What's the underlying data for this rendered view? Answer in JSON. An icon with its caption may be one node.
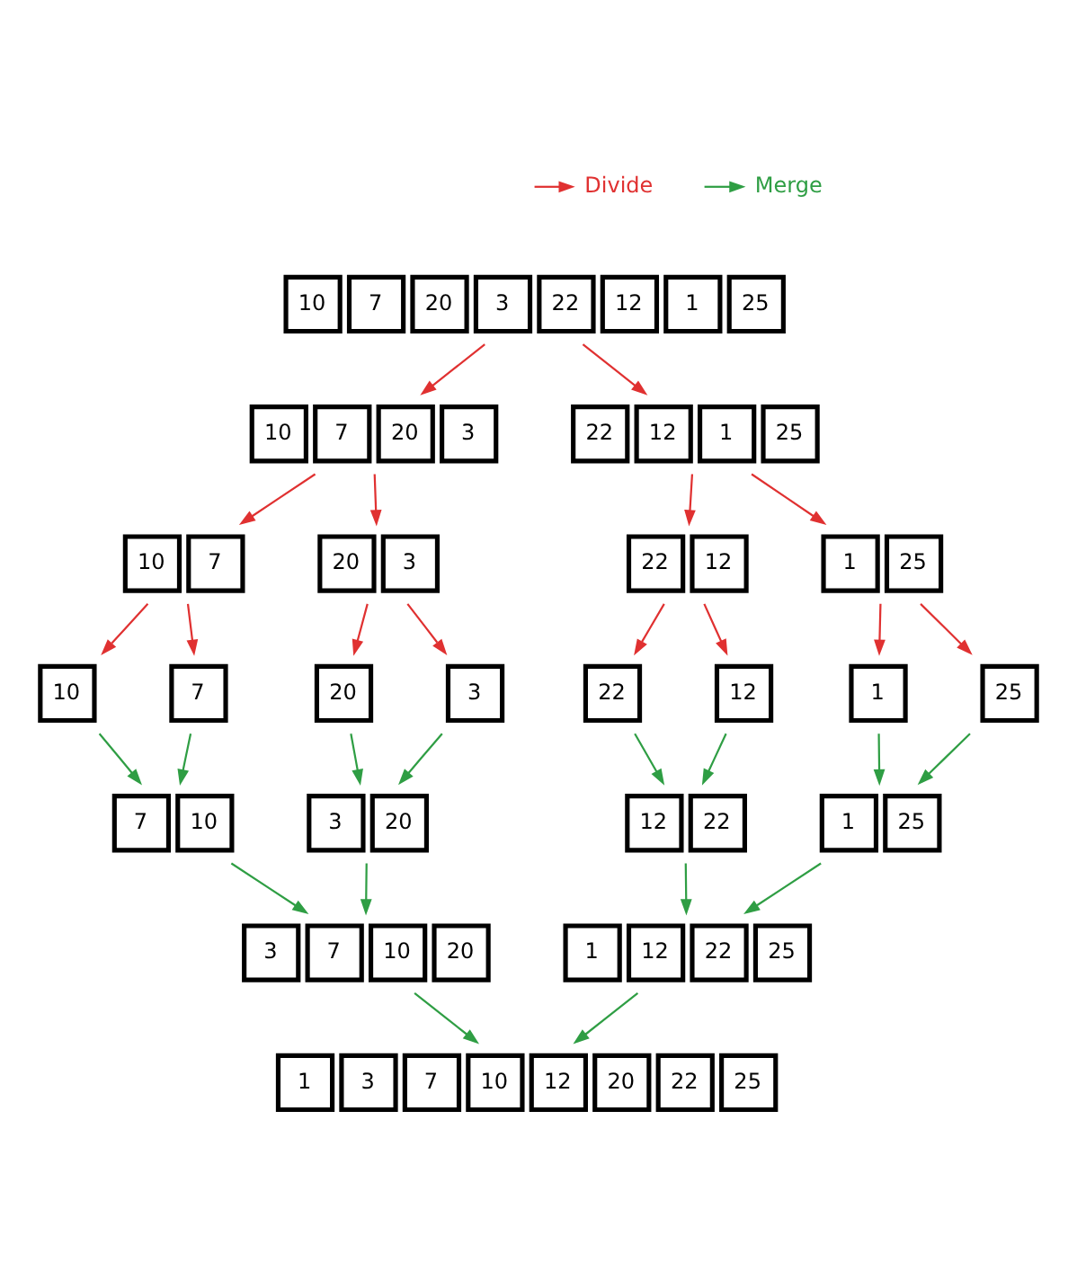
{
  "diagram": {
    "nodes": [
      {
        "text": [
          "10",
          "7",
          "20",
          "3",
          "22",
          "12",
          "1",
          "25"
        ]
      },
      {
        "text": [
          "10",
          "7",
          "20",
          "3"
        ]
      },
      {
        "text": [
          "22",
          "12",
          "1",
          "25"
        ]
      },
      {
        "text": [
          "10",
          "7"
        ]
      },
      {
        "text": [
          "20",
          "3"
        ]
      },
      {
        "text": [
          "22",
          "12"
        ]
      },
      {
        "text": [
          "1",
          "25"
        ]
      },
      {
        "text": [
          "10"
        ]
      },
      {
        "text": [
          "7"
        ]
      },
      {
        "text": [
          "20"
        ]
      },
      {
        "text": [
          "3"
        ]
      },
      {
        "text": [
          "22"
        ]
      },
      {
        "text": [
          "12"
        ]
      },
      {
        "text": [
          "1"
        ]
      },
      {
        "text": [
          "25"
        ]
      },
      {
        "text": [
          "7",
          "10"
        ]
      },
      {
        "text": [
          "3",
          "20"
        ]
      },
      {
        "text": [
          "12",
          "22"
        ]
      },
      {
        "text": [
          "1",
          "25"
        ]
      },
      {
        "text": [
          "3",
          "7",
          "10",
          "20"
        ]
      },
      {
        "text": [
          "1",
          "12",
          "22",
          "25"
        ]
      },
      {
        "text": [
          "1",
          "3",
          "7",
          "10",
          "12",
          "20",
          "22",
          "25"
        ]
      }
    ],
    "edges": [
      {
        "from": 0,
        "to": 1,
        "arrow": "to",
        "color": "#e03131"
      },
      {
        "from": 0,
        "to": 2,
        "arrow": "to",
        "color": "#e03131"
      },
      {
        "from": 1,
        "to": 3,
        "arrow": "to",
        "color": "#e03131"
      },
      {
        "from": 1,
        "to": 4,
        "arrow": "to",
        "color": "#e03131"
      },
      {
        "from": 2,
        "to": 5,
        "arrow": "to",
        "color": "#e03131"
      },
      {
        "from": 2,
        "to": 6,
        "arrow": "to",
        "color": "#e03131"
      },
      {
        "from": 3,
        "to": 7,
        "arrow": "to",
        "color": "#e03131"
      },
      {
        "from": 3,
        "to": 8,
        "arrow": "to",
        "color": "#e03131"
      },
      {
        "from": 4,
        "to": 9,
        "arrow": "to",
        "color": "#e03131"
      },
      {
        "from": 4,
        "to": 10,
        "arrow": "to",
        "color": "#e03131"
      },
      {
        "from": 5,
        "to": 11,
        "arrow": "to",
        "color": "#e03131"
      },
      {
        "from": 5,
        "to": 12,
        "arrow": "to",
        "color": "#e03131"
      },
      {
        "from": 6,
        "to": 13,
        "arrow": "to",
        "color": "#e03131"
      },
      {
        "from": 6,
        "to": 14,
        "arrow": "to",
        "color": "#e03131"
      },
      {
        "from": 7,
        "to": 15,
        "arrow": "to",
        "color": "#2f9e44"
      },
      {
        "from": 8,
        "to": 15,
        "arrow": "to",
        "color": "#2f9e44"
      },
      {
        "from": 9,
        "to": 16,
        "arrow": "to",
        "color": "#2f9e44"
      },
      {
        "from": 10,
        "to": 16,
        "arrow": "to",
        "color": "#2f9e44"
      },
      {
        "from": 11,
        "to": 17,
        "arrow": "to",
        "color": "#2f9e44"
      },
      {
        "from": 12,
        "to": 17,
        "arrow": "to",
        "color": "#2f9e44"
      },
      {
        "from": 13,
        "to": 18,
        "arrow": "to",
        "color": "#2f9e44"
      },
      {
        "from": 14,
        "to": 18,
        "arrow": "to",
        "color": "#2f9e44"
      },
      {
        "from": 15,
        "to": 19,
        "arrow": "to",
        "color": "#2f9e44"
      },
      {
        "from": 16,
        "to": 19,
        "arrow": "to",
        "color": "#2f9e44"
      },
      {
        "from": 17,
        "to": 20,
        "arrow": "to",
        "color": "#2f9e44"
      },
      {
        "from": 18,
        "to": 20,
        "arrow": "to",
        "color": "#2f9e44"
      },
      {
        "from": 19,
        "to": 21,
        "arrow": "to",
        "color": "#2f9e44"
      },
      {
        "from": 20,
        "to": 21,
        "arrow": "to",
        "color": "#2f9e44"
      }
    ],
    "legend": [
      {
        "text": "Divide"
      },
      {
        "text": "Merge"
      }
    ]
  }
}
